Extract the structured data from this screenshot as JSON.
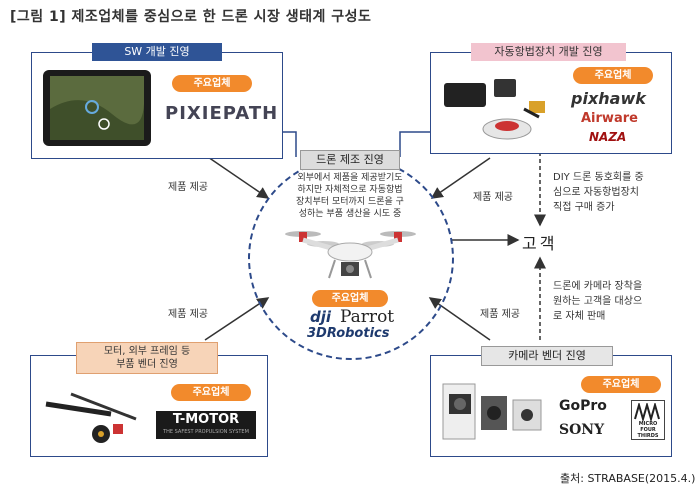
{
  "title": "[그림 1]   제조업체를 중심으로 한 드론 시장 생태계 구성도",
  "sw": {
    "header": "SW 개발 진영",
    "badge": "주요업체",
    "brand": "PIXIEPATH"
  },
  "autopilot": {
    "header": "자동항법장치 개발 진영",
    "badge": "주요업체",
    "brands": [
      "pixhawk",
      "Airware",
      "NAZA"
    ]
  },
  "center": {
    "header": "드론 제조 진영",
    "desc": [
      "외부에서 제품을 제공받기도",
      "하지만 자체적으로 자동항법",
      "장치부터 모터까지 드론을 구",
      "성하는 부품 생산을 시도 중"
    ],
    "badge": "주요업체",
    "brands": [
      "dji",
      "Parrot",
      "3DRobotics"
    ]
  },
  "motor": {
    "header": [
      "모터, 외부 프레임 등",
      "부품 벤더 진영"
    ],
    "badge": "주요업체",
    "brand": "T-MOTOR",
    "brand_sub": "THE SAFEST PROPULSION SYSTEM"
  },
  "camera": {
    "header": "카메라 벤더 진영",
    "badge": "주요업체",
    "brands": [
      "GoPro",
      "SONY",
      "MICRO FOUR THIRDS"
    ]
  },
  "customer": "고객",
  "arrows": {
    "supply_sw": "제품 제공",
    "supply_auto": "제품 제공",
    "supply_motor": "제품 제공",
    "supply_camera": "제품 제공"
  },
  "note_diy": [
    "DIY 드론 동호회를 중",
    "심으로 자동항법장치",
    "직접 구매 증가"
  ],
  "note_camera": [
    "드론에 카메라 장착을",
    "원하는 고객을 대상으",
    "로 자체 판매"
  ],
  "source": "출처: STRABASE(2015.4.)",
  "colors": {
    "frame": "#2d4a8a",
    "badge": "#f28a2c",
    "sw_header": "#2f5496",
    "auto_header": "#f2c4cf"
  }
}
